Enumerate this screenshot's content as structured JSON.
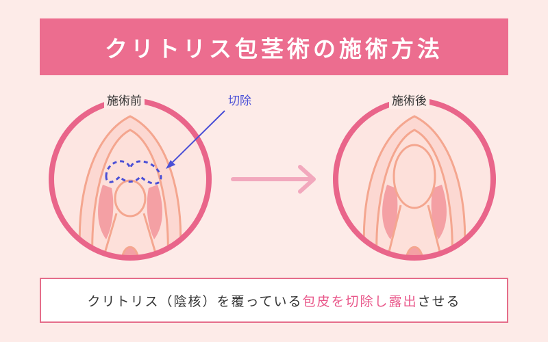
{
  "title": "クリトリス包茎術の施術方法",
  "labels": {
    "before": "施術前",
    "after": "施術後",
    "cut": "切除"
  },
  "caption": {
    "part1": "クリトリス（陰核）を覆っている",
    "part2": "包皮を切除し露出",
    "part3": "させる"
  },
  "colors": {
    "banner": "#ec6d8f",
    "circle_border": "#e9658a",
    "circle_fill": "#fde6e2",
    "tissue_outline": "#f4a68f",
    "tissue_fill": "#fcd8d2",
    "tissue_dark": "#f4a0a4",
    "cut_line": "#4a4fd6",
    "arrow": "#f2a8bd",
    "accent_text": "#e9578a"
  }
}
